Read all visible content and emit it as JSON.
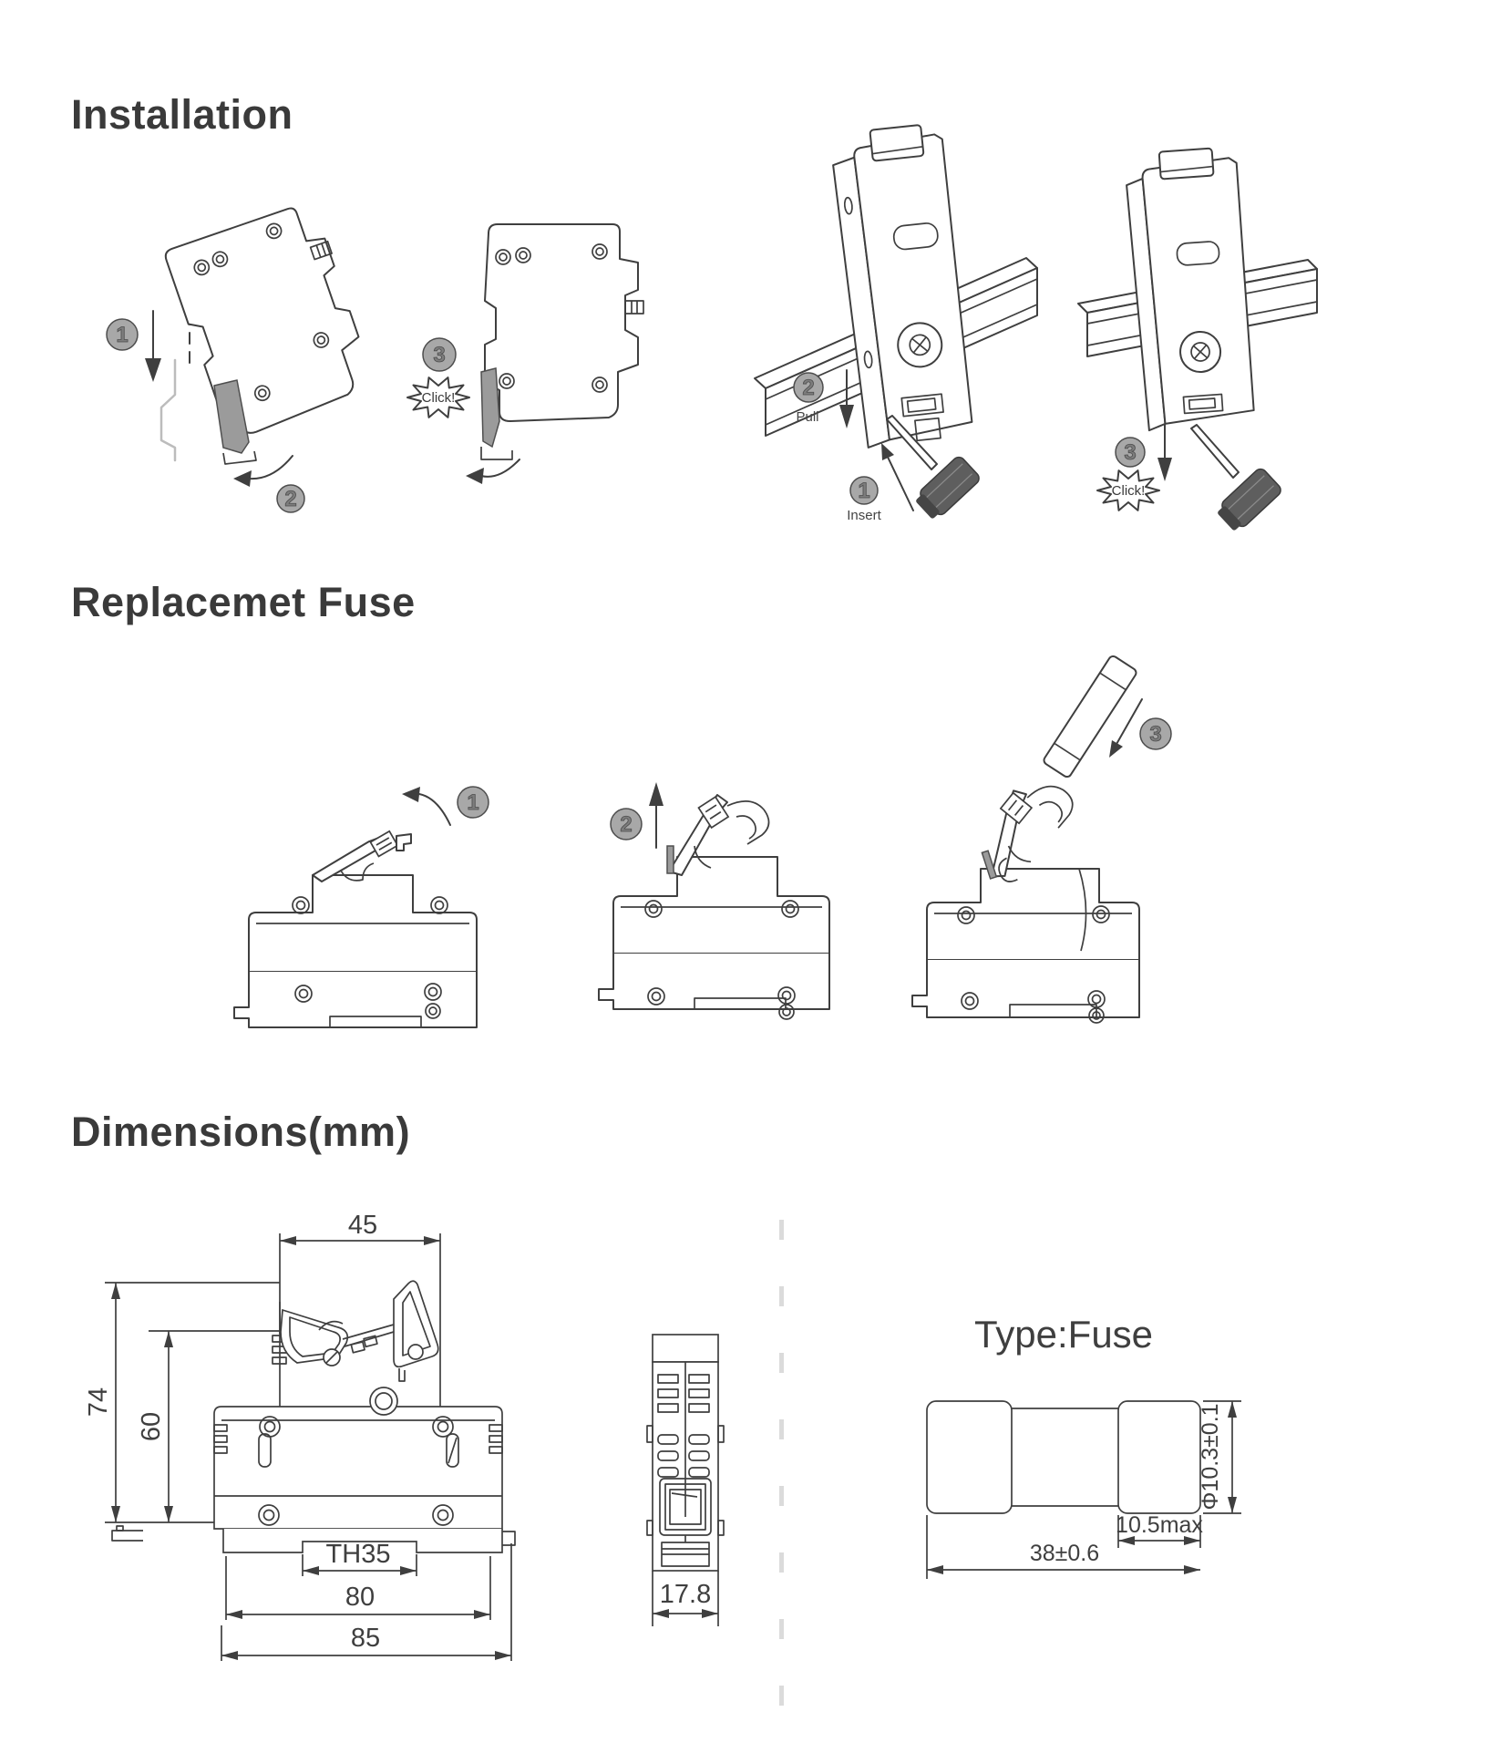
{
  "page": {
    "background": "#ffffff",
    "ink": "#3f3f3f",
    "step_circle_gray": "#a8a8a8",
    "clip_gray": "#9b9b9b",
    "separator_gray": "#dbdbdb"
  },
  "headings": {
    "installation": "Installation",
    "replacement": "Replacemet Fuse",
    "dimensions": "Dimensions(mm)"
  },
  "installation": {
    "fig1": {
      "step1": "1",
      "step2": "2"
    },
    "fig2": {
      "step3": "3",
      "click": "Click!"
    },
    "fig3": {
      "step1": "1",
      "step2": "2",
      "pull": "Pull",
      "insert": "Insert"
    },
    "fig4": {
      "step3": "3",
      "click": "Click!"
    }
  },
  "replacement": {
    "fig1": {
      "step1": "1"
    },
    "fig2": {
      "step2": "2"
    },
    "fig3": {
      "step3": "3"
    }
  },
  "dimensions": {
    "front": {
      "top_width": "45",
      "total_height": "74",
      "body_height": "60",
      "rail_standard": "TH35",
      "body_width": "80",
      "total_width": "85"
    },
    "side": {
      "width": "17.8"
    },
    "fuse": {
      "title": "Type:Fuse",
      "diameter": "Φ10.3±0.1",
      "cap_length": "10.5max",
      "length": "38±0.6"
    }
  }
}
